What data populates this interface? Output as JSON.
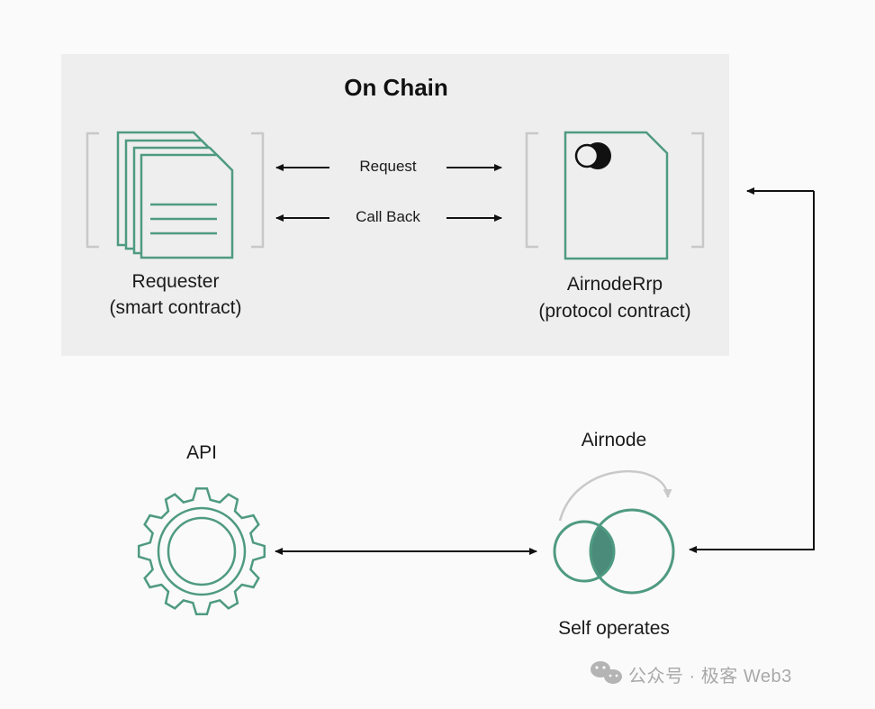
{
  "diagram": {
    "onchain_title": "On Chain",
    "requester": {
      "line1": "Requester",
      "line2": "(smart contract)"
    },
    "airnoderrp": {
      "line1": "AirnodeRrp",
      "line2": "(protocol contract)"
    },
    "arrows": {
      "request": "Request",
      "callback": "Call Back"
    },
    "api_label": "API",
    "airnode_label": "Airnode",
    "self_operates": "Self operates"
  },
  "watermark": {
    "icon": "wechat-icon",
    "text": "公众号 · 极客 Web3"
  },
  "colors": {
    "accent_green": "#4f9a82",
    "fill_green": "#4a8c79",
    "bracket_gray": "#c8c8c8",
    "panel_bg": "#eeeeee",
    "curve_gray": "#c9c9c9"
  }
}
